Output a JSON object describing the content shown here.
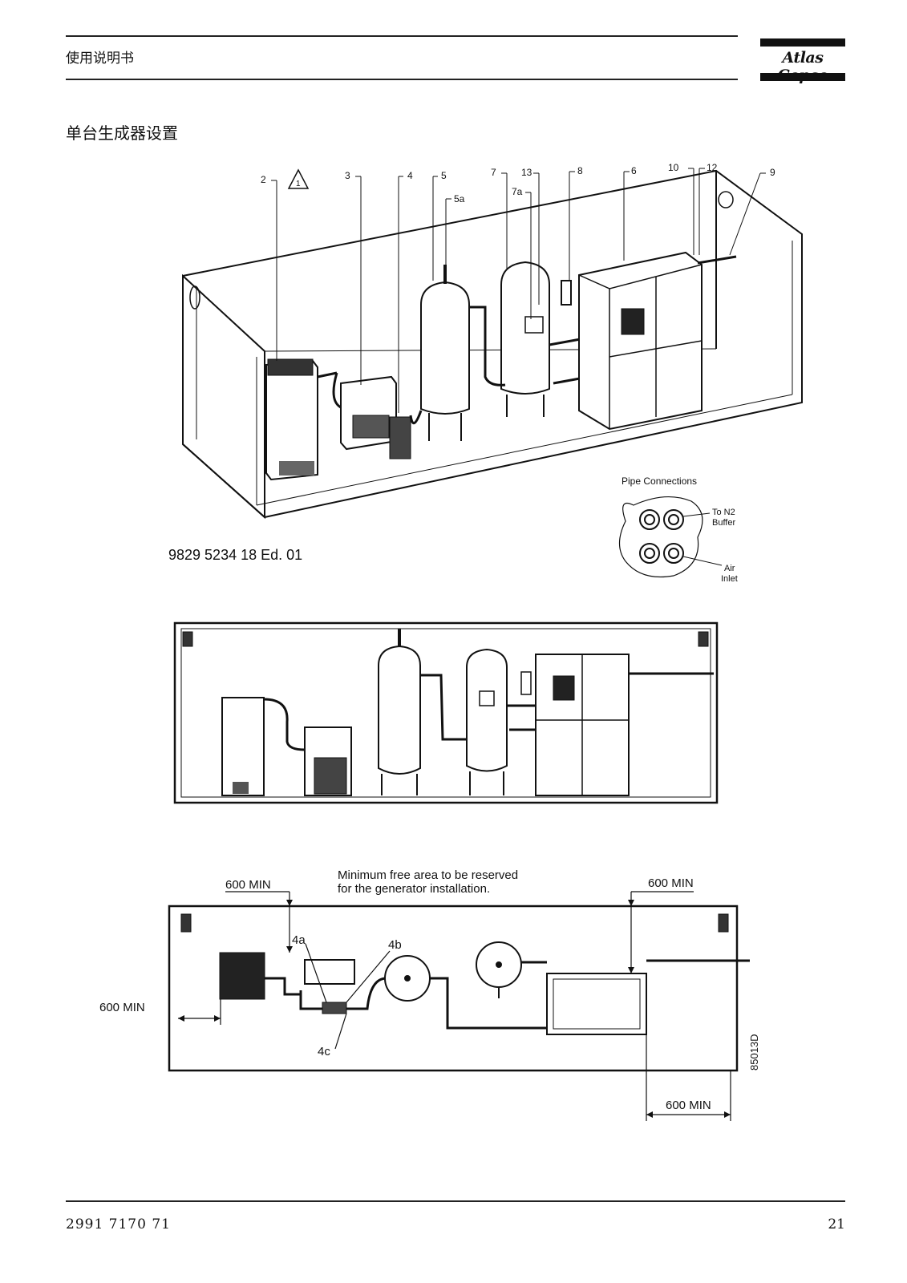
{
  "header": {
    "title": "使用说明书",
    "logo_text": "Atlas Copco"
  },
  "section": {
    "title": "单台生成器设置"
  },
  "figure1": {
    "callouts": [
      "2",
      "3",
      "4",
      "5",
      "5a",
      "7",
      "13",
      "7a",
      "8",
      "6",
      "10",
      "12",
      "9"
    ],
    "warning_symbol": "1",
    "doc_ref": "9829 5234 18 Ed. 01",
    "pipe_connections": {
      "title": "Pipe Connections",
      "to_n2_line1": "To N2",
      "to_n2_line2": "Buffer",
      "air_line1": "Air",
      "air_line2": "Inlet"
    }
  },
  "figure3": {
    "dim_top_left": "600 MIN",
    "note_line1": "Minimum free area to be reserved",
    "note_line2": "for the generator installation.",
    "dim_top_right": "600 MIN",
    "dim_left": "600 MIN",
    "dim_bottom": "600 MIN",
    "label_4a": "4a",
    "label_4b": "4b",
    "label_4c": "4c",
    "drawing_no": "85013D"
  },
  "footer": {
    "doc_number": "2991 7170 71",
    "page_number": "21"
  }
}
